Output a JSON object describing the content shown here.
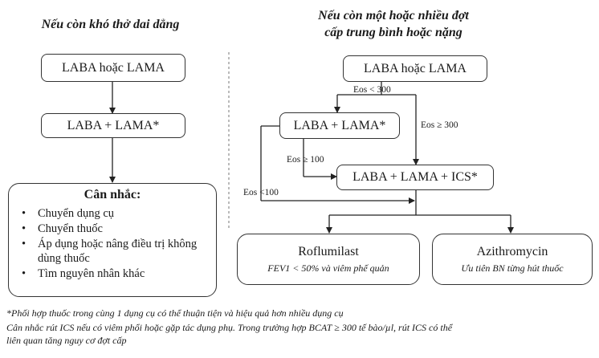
{
  "left_panel": {
    "heading": "Nếu còn khó thở dai dẳng",
    "box1": "LABA hoặc LAMA",
    "box2": "LABA + LAMA*",
    "consider": {
      "title": "Cân nhắc:",
      "items": [
        "Chuyển dụng cụ",
        "Chuyển thuốc",
        "Áp dụng hoặc nâng điều trị không dùng thuốc",
        "Tìm nguyên nhân khác"
      ]
    }
  },
  "right_panel": {
    "heading_line1": "Nếu còn một hoặc nhiều đợt",
    "heading_line2": "cấp trung bình hoặc nặng",
    "box_top": "LABA hoặc LAMA",
    "box_mid": "LABA + LAMA*",
    "box_ics": "LABA + LAMA + ICS*",
    "label_eos_lt300": "Eos < 300",
    "label_eos_ge300": "Eos ≥ 300",
    "label_eos_ge100": "Eos ≥ 100",
    "label_eos_lt100": "Eos <100",
    "roflumilast": {
      "name": "Roflumilast",
      "note": "FEV1 < 50% và viêm phế quản"
    },
    "azithromycin": {
      "name": "Azithromycin",
      "note": "Ưu tiên BN từng hút thuốc"
    }
  },
  "footnotes": [
    "*Phối hợp thuốc trong cùng 1 dụng cụ có thể thuận tiện và hiệu quả hơn nhiều dụng cụ",
    "Cân nhắc rút ICS nếu có viêm phổi hoặc gặp tác dụng phụ. Trong trường hợp BCAT ≥ 300 tế bào/µl, rút ICS có thể",
    "liên quan tăng nguy cơ đợt cấp"
  ]
}
